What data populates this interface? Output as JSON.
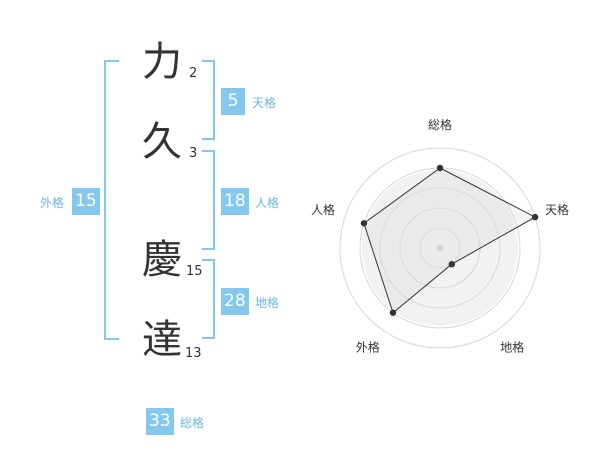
{
  "name": {
    "chars": [
      {
        "char": "力",
        "strokes": "2"
      },
      {
        "char": "久",
        "strokes": "3"
      },
      {
        "char": "慶",
        "strokes": "15"
      },
      {
        "char": "達",
        "strokes": "13"
      }
    ]
  },
  "kaku": {
    "tenkaku": {
      "value": "5",
      "label": "天格"
    },
    "jinkaku": {
      "value": "18",
      "label": "人格"
    },
    "chikaku": {
      "value": "28",
      "label": "地格"
    },
    "gaikaku": {
      "value": "15",
      "label": "外格"
    },
    "soukaku": {
      "value": "33",
      "label": "総格"
    }
  },
  "colors": {
    "accent": "#84c8ee",
    "text": "#333333",
    "label": "#6bb7e2"
  },
  "chart_data": {
    "type": "radar",
    "axes": [
      "総格",
      "天格",
      "地格",
      "外格",
      "人格"
    ],
    "values": [
      4,
      5,
      1,
      4,
      4
    ],
    "max": 5,
    "rings": 5
  }
}
